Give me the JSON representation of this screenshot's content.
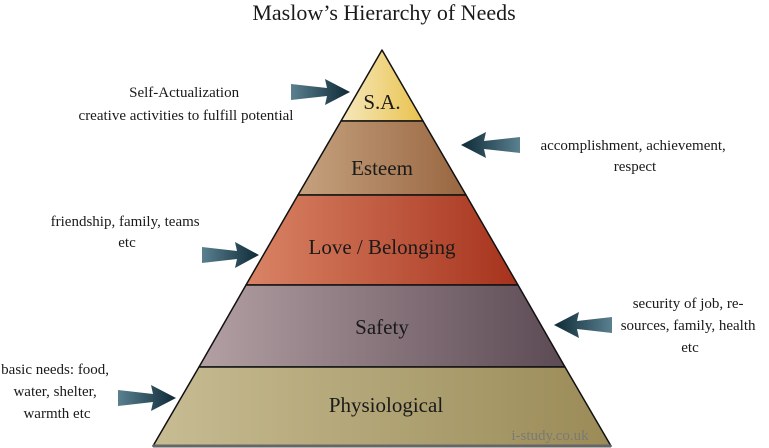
{
  "title": "Maslow’s  Hierarchy of Needs",
  "levels": [
    {
      "label": "S.A."
    },
    {
      "label": "Esteem"
    },
    {
      "label": "Love / Belonging"
    },
    {
      "label": "Safety"
    },
    {
      "label": "Physiological"
    }
  ],
  "notes": {
    "sa": [
      "Self-Actualization",
      "creative activities to fulfill potential"
    ],
    "esteem": [
      "accomplishment, achievement,",
      "respect"
    ],
    "love": [
      "friendship, family, teams",
      "etc"
    ],
    "safety": [
      "security of job, re-",
      "sources, family, health",
      "etc"
    ],
    "physiological": [
      "basic needs: food,",
      "water, shelter,",
      "warmth etc"
    ]
  },
  "watermark": "i-study.co.uk",
  "colors": {
    "sa": [
      "#f6e8bd",
      "#e9c24c"
    ],
    "esteem": [
      "#c6a27f",
      "#986640"
    ],
    "love": [
      "#da8466",
      "#a6321c"
    ],
    "safety": [
      "#b3a0a4",
      "#5c4a54"
    ],
    "physiological": [
      "#c7bc93",
      "#9a8b57"
    ],
    "arrow": [
      "#5a8090",
      "#0e2a36"
    ]
  }
}
